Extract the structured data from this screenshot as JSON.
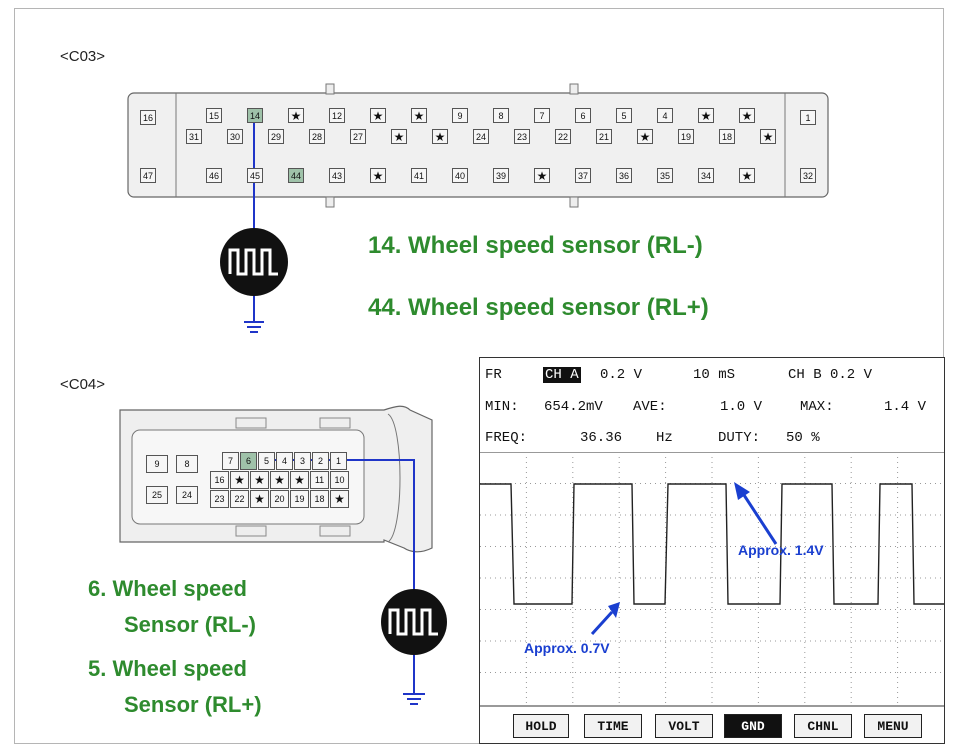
{
  "c03": {
    "label": "<C03>",
    "top_row": [
      "15",
      "14",
      "★",
      "12",
      "★",
      "★",
      "9",
      "8",
      "7",
      "6",
      "5",
      "4",
      "★",
      "★"
    ],
    "mid_row": [
      "31",
      "30",
      "29",
      "28",
      "27",
      "★",
      "★",
      "24",
      "23",
      "22",
      "21",
      "★",
      "19",
      "18",
      "★"
    ],
    "bottom_row": [
      "46",
      "45",
      "44",
      "43",
      "★",
      "41",
      "40",
      "39",
      "★",
      "37",
      "36",
      "35",
      "34",
      "★"
    ],
    "left_top": "16",
    "left_bottom": "47",
    "right_top": "1",
    "right_bottom": "32",
    "note1": "14. Wheel speed sensor (RL-)",
    "note2": "44. Wheel speed sensor (RL+)"
  },
  "c04": {
    "label": "<C04>",
    "left_top": [
      "9",
      "8"
    ],
    "left_bottom": [
      "25",
      "24"
    ],
    "row1": [
      "7",
      "6",
      "5",
      "4",
      "3",
      "2",
      "1"
    ],
    "row2": [
      "16",
      "★",
      "★",
      "★",
      "★",
      "11",
      "10"
    ],
    "row3": [
      "23",
      "22",
      "★",
      "20",
      "19",
      "18",
      "★"
    ],
    "note1_line1": "6. Wheel speed",
    "note1_line2": "Sensor (RL-)",
    "note2_line1": "5. Wheel speed",
    "note2_line2": "Sensor (RL+)"
  },
  "scope": {
    "fr": "FR",
    "ch_a": "CH A",
    "ch_a_val": "0.2 V",
    "time": "10 mS",
    "ch_b": "CH B 0.2 V",
    "min_label": "MIN:",
    "min_val": "654.2mV",
    "ave_label": "AVE:",
    "ave_val": "1.0 V",
    "max_label": "MAX:",
    "max_val": "1.4 V",
    "freq_label": "FREQ:",
    "freq_val": "36.36",
    "freq_unit": "Hz",
    "duty_label": "DUTY:",
    "duty_val": "50 %",
    "annot_high": "Approx. 1.4V",
    "annot_low": "Approx. 0.7V",
    "softkeys": [
      "HOLD",
      "TIME",
      "VOLT",
      "GND",
      "CHNL",
      "MENU"
    ],
    "active_key": "GND"
  },
  "colors": {
    "wire": "#1f35c8",
    "green": "#2e8b2e",
    "annotation": "#1a3fd0",
    "pin_highlight": "#9fc2a9"
  }
}
